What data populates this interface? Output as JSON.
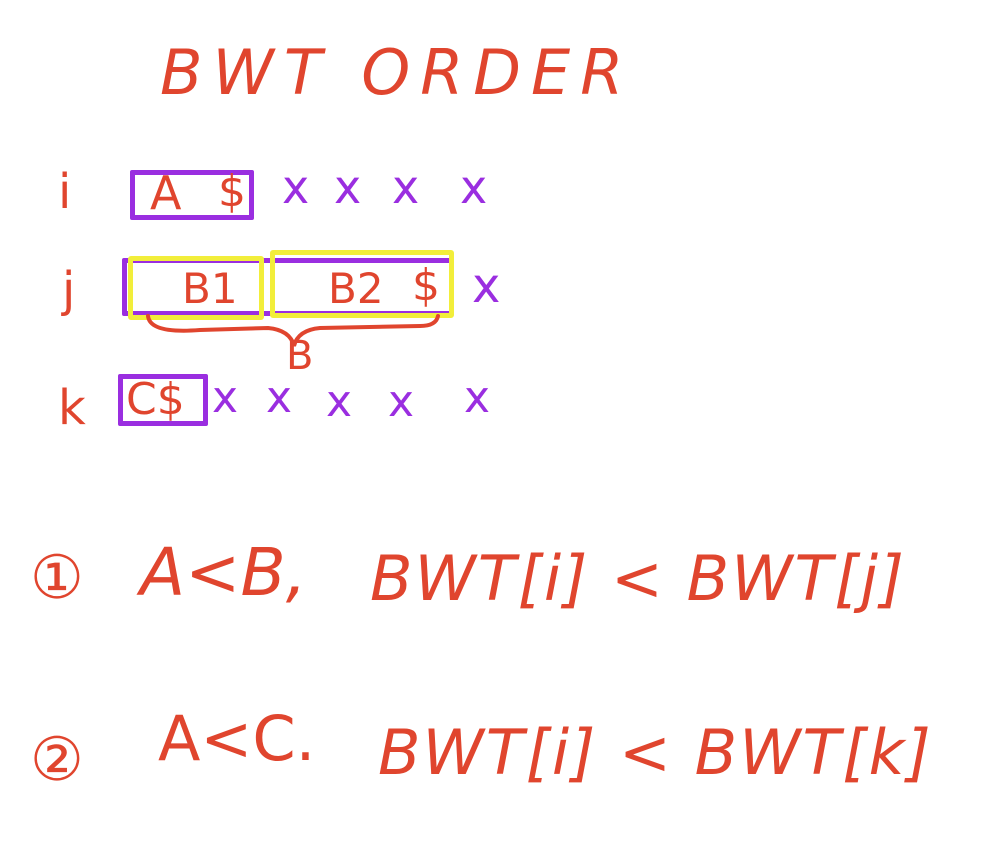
{
  "title": "BWT ORDER",
  "rows": [
    {
      "label": "i",
      "segments": [
        "A",
        "$"
      ],
      "tail": [
        "x",
        "x",
        "x",
        "x"
      ]
    },
    {
      "label": "j",
      "segments": [
        "B1",
        "B2",
        "$"
      ],
      "tail": [
        "x"
      ],
      "brace_label": "B"
    },
    {
      "label": "k",
      "segments": [
        "C$"
      ],
      "tail": [
        "x",
        "x",
        "x",
        "x",
        "x"
      ]
    }
  ],
  "rules": [
    {
      "marker": "①",
      "condition": "A<B,",
      "result": "BWT[i] < BWT[j]"
    },
    {
      "marker": "②",
      "condition": "A<C.",
      "result": "BWT[i] < BWT[k]"
    }
  ],
  "colors": {
    "red": "#e0452e",
    "purple": "#9a2ee0",
    "yellow": "#f2ee3a"
  }
}
